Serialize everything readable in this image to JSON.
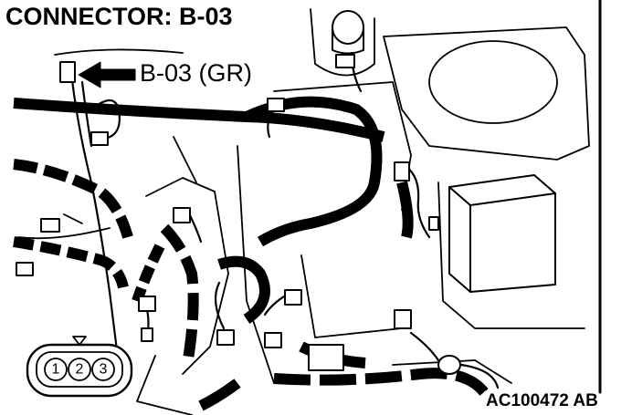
{
  "title": "CONNECTOR: B-03",
  "callout": "B-03 (GR)",
  "diagram_code": "AC100472 AB",
  "connector_pins": [
    "1",
    "2",
    "3"
  ]
}
